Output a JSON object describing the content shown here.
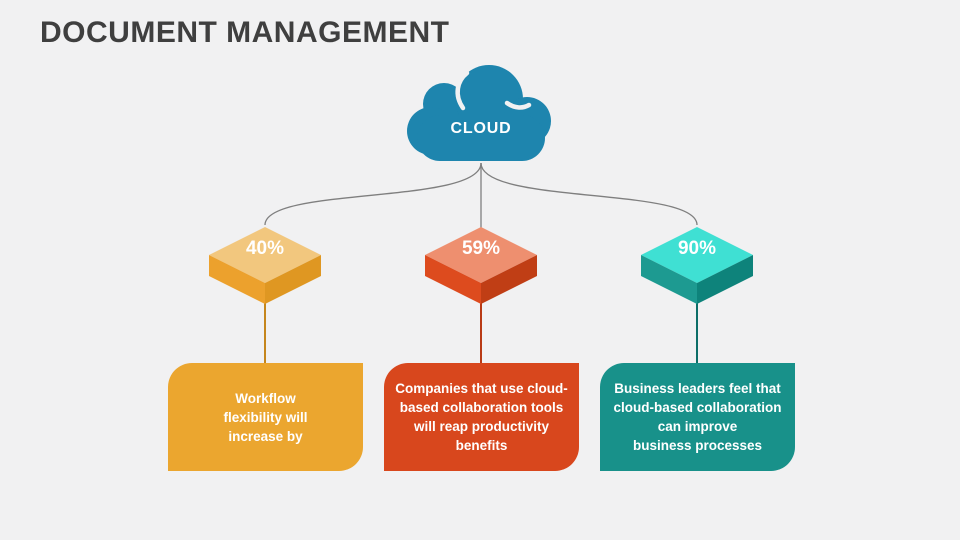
{
  "title": "DOCUMENT MANAGEMENT",
  "background_color": "#f1f1f2",
  "connector_color": "#7f7f7f",
  "cloud": {
    "label": "CLOUD",
    "fill": "#1e85ae"
  },
  "nodes": [
    {
      "percent": "40%",
      "cube": {
        "top": "#f2c77e",
        "left": "#eca12d",
        "right": "#df9722"
      },
      "line_color": "#c5861d",
      "box_color": "#eba62f",
      "text": "Workflow\nflexibility will\nincrease by"
    },
    {
      "percent": "59%",
      "cube": {
        "top": "#ee8f6f",
        "left": "#dd4b1e",
        "right": "#c03e15"
      },
      "line_color": "#b93a15",
      "box_color": "#d8471d",
      "text": "Companies that use cloud-\nbased collaboration tools\nwill reap productivity\nbenefits"
    },
    {
      "percent": "90%",
      "cube": {
        "top": "#3fe0d3",
        "left": "#1d9a91",
        "right": "#0e837b"
      },
      "line_color": "#0c6e68",
      "box_color": "#18918a",
      "text": "Business leaders feel that\ncloud-based collaboration\ncan improve\nbusiness processes"
    }
  ]
}
